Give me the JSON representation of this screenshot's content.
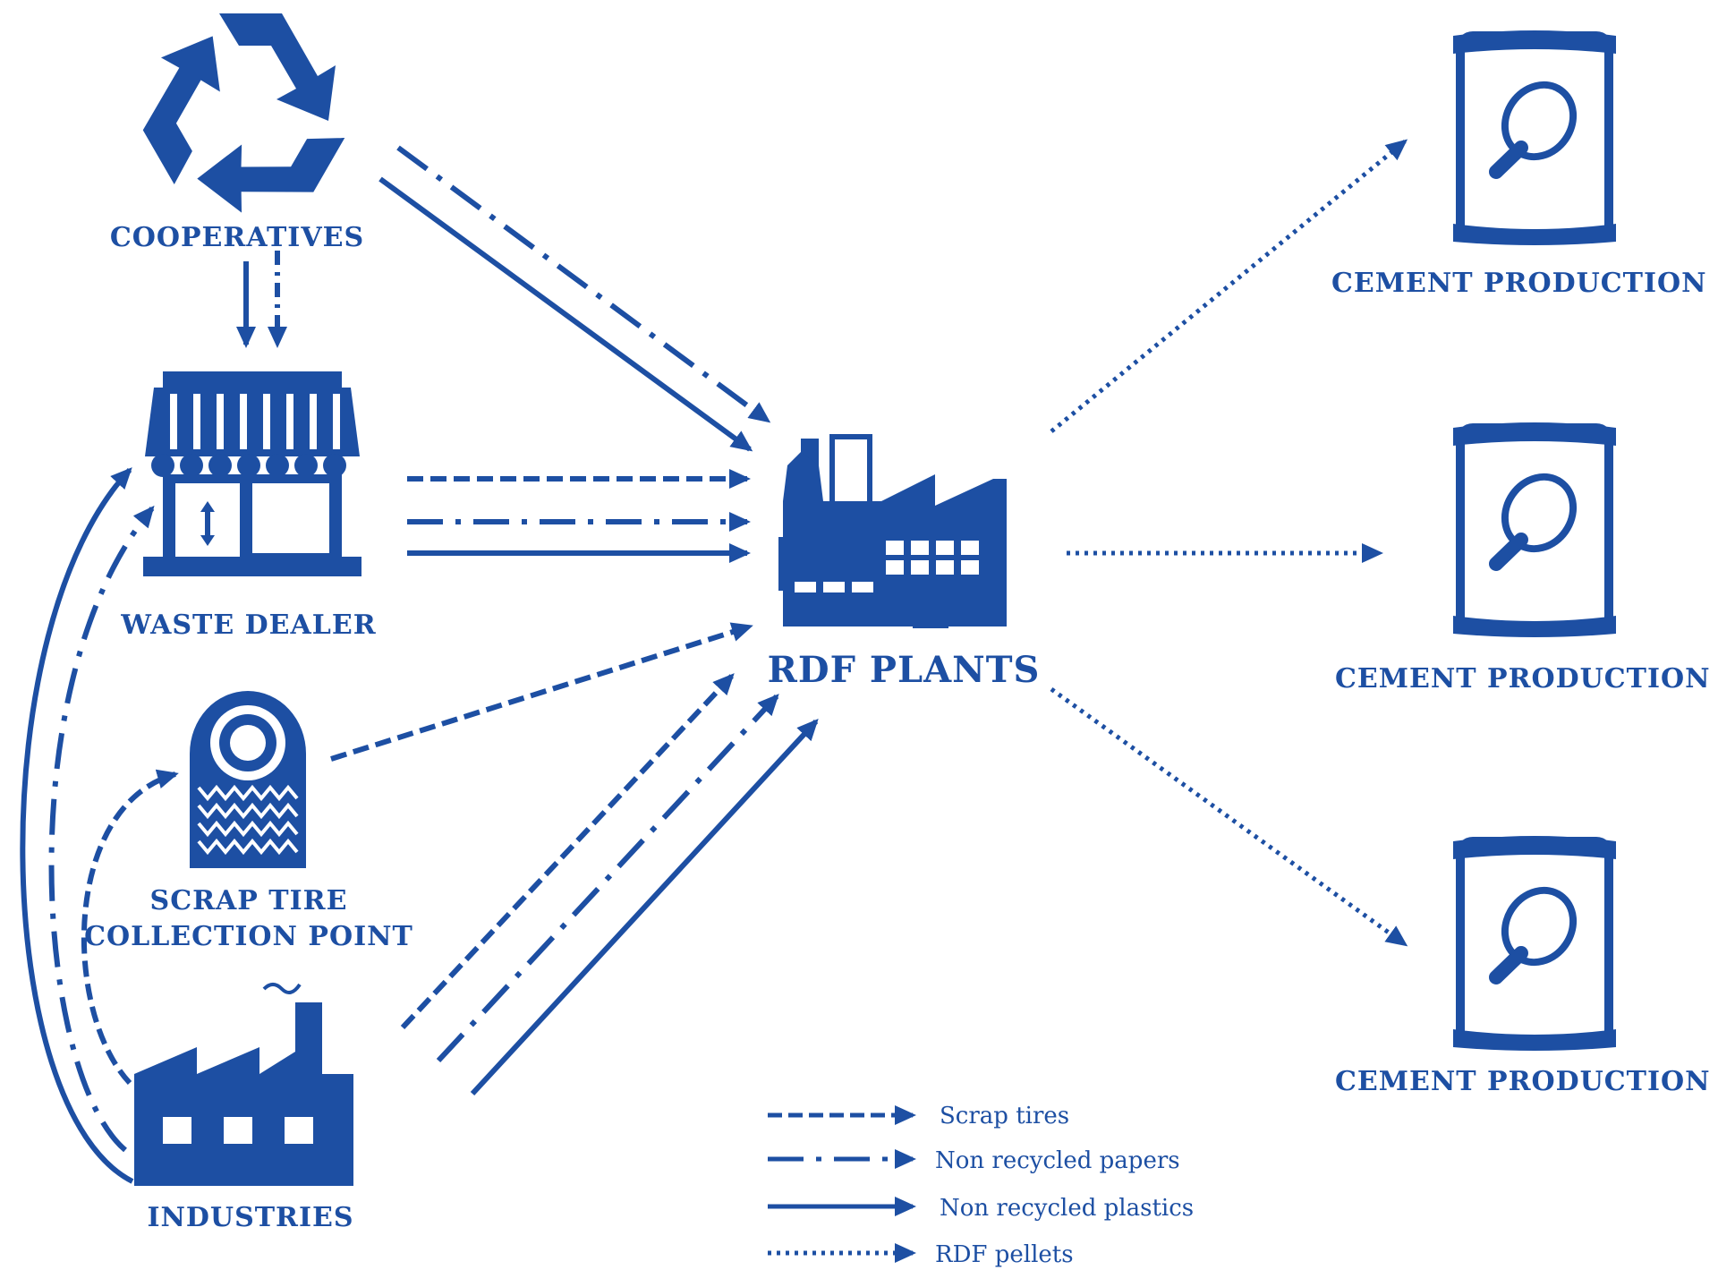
{
  "nodes": {
    "cooperatives": "COOPERATIVES",
    "waste_dealer": "WASTE DEALER",
    "scrap_tire_line1": "SCRAP TIRE",
    "scrap_tire_line2": "COLLECTION POINT",
    "industries": "INDUSTRIES",
    "rdf_plants": "RDF PLANTS",
    "cement_1": "CEMENT PRODUCTION 1",
    "cement_2": "CEMENT PRODUCTION 2",
    "cement_3": "CEMENT PRODUCTION 3"
  },
  "legend": {
    "scrap_tires": "Scrap tires",
    "non_recycled_papers": "Non recycled papers",
    "non_recycled_plastics": "Non recycled plastics",
    "rdf_pellets": "RDF pellets"
  },
  "colors": {
    "primary": "#1d4fa3",
    "background": "#ffffff"
  },
  "icons": [
    "recycle-icon",
    "shop-icon",
    "tire-icon",
    "factory-icon",
    "cement-bag-icon"
  ]
}
